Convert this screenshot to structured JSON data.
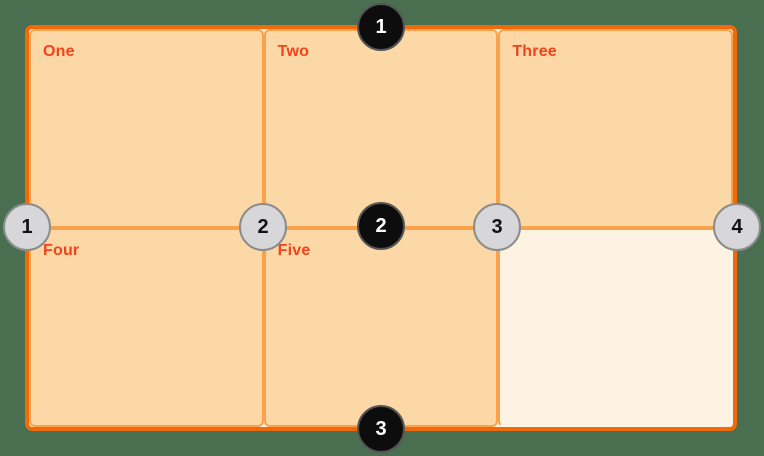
{
  "diagram": {
    "cells": [
      {
        "label": "One"
      },
      {
        "label": "Two"
      },
      {
        "label": "Three"
      },
      {
        "label": "Four"
      },
      {
        "label": "Five"
      },
      {
        "label": ""
      }
    ],
    "row_line_markers": [
      "1",
      "2",
      "3"
    ],
    "column_line_markers": [
      "1",
      "2",
      "3",
      "4"
    ],
    "colors": {
      "background": "#4A6F50",
      "grid_border": "#F0690A",
      "cell_fill": "#FCD8A6",
      "cell_border": "#F9A24B",
      "container_fill": "#FDF3E2",
      "label_text": "#F4421A",
      "row_marker_fill": "#0D0D0D",
      "row_marker_text": "#FFFFFF",
      "column_marker_fill": "#D7D6D9",
      "column_marker_border": "#8C8C8C",
      "column_marker_text": "#111111"
    }
  }
}
